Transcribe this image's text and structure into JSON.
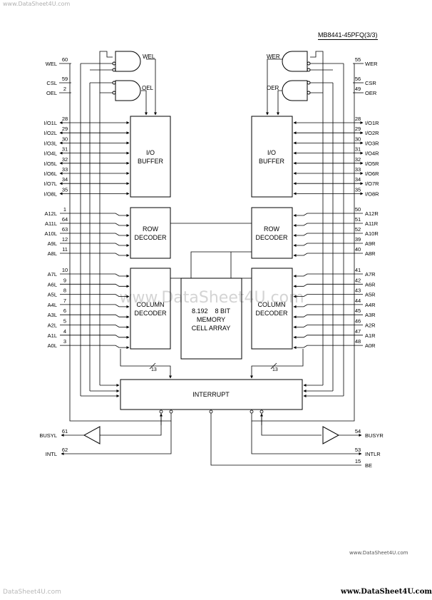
{
  "watermark": {
    "top": "www.DataSheet4U.com",
    "center": "www.DataSheet4U.com",
    "bottom_left": "DataSheet4U.com",
    "bottom_right": "www.DataSheet4U.com",
    "small_right": "www.DataSheet4U.com"
  },
  "page_title": "MB8441-45PFQ(3/3)",
  "blocks": {
    "io_buffer_left": [
      "I/O",
      "BUFFER"
    ],
    "io_buffer_right": [
      "I/O",
      "BUFFER"
    ],
    "row_decoder_left": [
      "ROW",
      "DECODER"
    ],
    "row_decoder_right": [
      "ROW",
      "DECODER"
    ],
    "column_decoder_left": [
      "COLUMN",
      "DECODER"
    ],
    "column_decoder_right": [
      "COLUMN",
      "DECODER"
    ],
    "memory_array": [
      "8.192    8 BIT",
      "MEMORY",
      "CELL ARRAY"
    ],
    "interrupt": "INTERRUPT"
  },
  "gate_labels": {
    "wel": "WEL",
    "oel": "OEL",
    "wer": "WER",
    "oer": "OER"
  },
  "bus_width": "13",
  "left_pins": {
    "control": [
      {
        "name": "WEL",
        "pin": "60"
      },
      {
        "name": "CSL",
        "pin": "59"
      },
      {
        "name": "OEL",
        "pin": "2"
      }
    ],
    "io": [
      {
        "name": "I/O1L",
        "pin": "28"
      },
      {
        "name": "I/O2L",
        "pin": "29"
      },
      {
        "name": "I/O3L",
        "pin": "30"
      },
      {
        "name": "I/O4L",
        "pin": "31"
      },
      {
        "name": "I/O5L",
        "pin": "32"
      },
      {
        "name": "I/O6L",
        "pin": "33"
      },
      {
        "name": "I/O7L",
        "pin": "34"
      },
      {
        "name": "I/O8L",
        "pin": "35"
      }
    ],
    "row_addr": [
      {
        "name": "A12L",
        "pin": "1"
      },
      {
        "name": "A11L",
        "pin": "64"
      },
      {
        "name": "A10L",
        "pin": "63"
      },
      {
        "name": "A9L",
        "pin": "12"
      },
      {
        "name": "A8L",
        "pin": "11"
      }
    ],
    "col_addr": [
      {
        "name": "A7L",
        "pin": "10"
      },
      {
        "name": "A6L",
        "pin": "9"
      },
      {
        "name": "A5L",
        "pin": "8"
      },
      {
        "name": "A4L",
        "pin": "7"
      },
      {
        "name": "A3L",
        "pin": "6"
      },
      {
        "name": "A2L",
        "pin": "5"
      },
      {
        "name": "A1L",
        "pin": "4"
      },
      {
        "name": "A0L",
        "pin": "3"
      }
    ],
    "bottom": [
      {
        "name": "BUSYL",
        "pin": "61"
      },
      {
        "name": "INTL",
        "pin": "62"
      }
    ]
  },
  "right_pins": {
    "control": [
      {
        "name": "WER",
        "pin": "55"
      },
      {
        "name": "CSR",
        "pin": "56"
      },
      {
        "name": "OER",
        "pin": "49"
      }
    ],
    "io": [
      {
        "name": "I/O1R",
        "pin": "28"
      },
      {
        "name": "I/O2R",
        "pin": "29"
      },
      {
        "name": "I/O3R",
        "pin": "30"
      },
      {
        "name": "I/O4R",
        "pin": "31"
      },
      {
        "name": "I/O5R",
        "pin": "32"
      },
      {
        "name": "I/O6R",
        "pin": "33"
      },
      {
        "name": "I/O7R",
        "pin": "34"
      },
      {
        "name": "I/O8R",
        "pin": "35"
      }
    ],
    "row_addr": [
      {
        "name": "A12R",
        "pin": "50"
      },
      {
        "name": "A11R",
        "pin": "51"
      },
      {
        "name": "A10R",
        "pin": "52"
      },
      {
        "name": "A9R",
        "pin": "39"
      },
      {
        "name": "A8R",
        "pin": "40"
      }
    ],
    "col_addr": [
      {
        "name": "A7R",
        "pin": "41"
      },
      {
        "name": "A6R",
        "pin": "42"
      },
      {
        "name": "A5R",
        "pin": "43"
      },
      {
        "name": "A4R",
        "pin": "44"
      },
      {
        "name": "A3R",
        "pin": "45"
      },
      {
        "name": "A2R",
        "pin": "46"
      },
      {
        "name": "A1R",
        "pin": "47"
      },
      {
        "name": "A0R",
        "pin": "48"
      }
    ],
    "bottom": [
      {
        "name": "BUSYR",
        "pin": "54"
      },
      {
        "name": "INTLR",
        "pin": "53"
      },
      {
        "name": "BE",
        "pin": "15"
      }
    ]
  }
}
